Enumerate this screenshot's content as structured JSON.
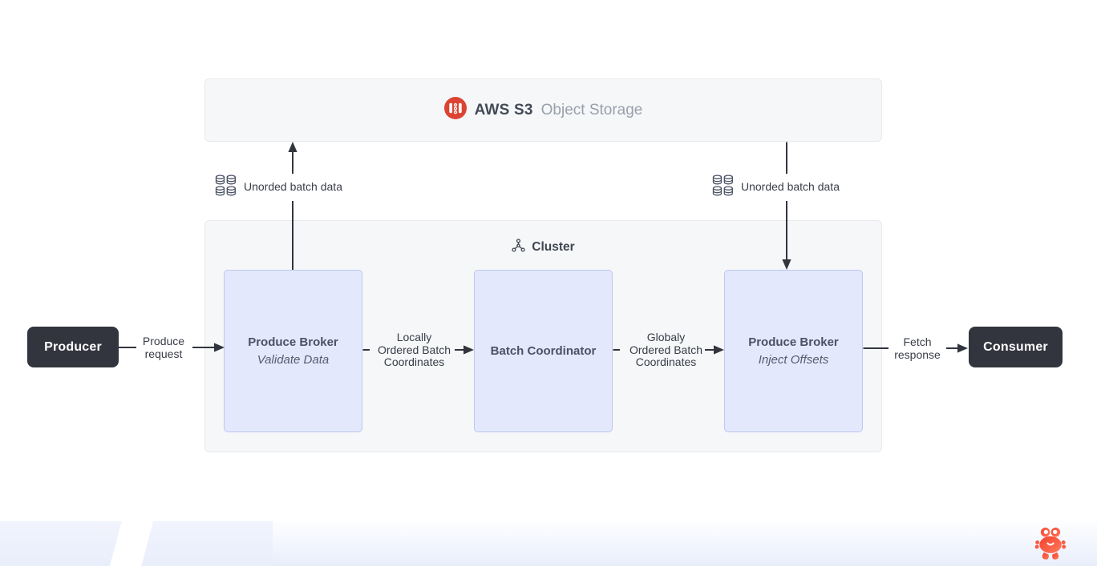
{
  "storage_panel": {
    "title_bold": "AWS S3",
    "title_rest": "Object Storage",
    "logo_icon": "red-storage-logo-icon"
  },
  "cluster_panel": {
    "label": "Cluster",
    "icon": "cluster-network-icon"
  },
  "nodes": {
    "producer": {
      "label": "Producer"
    },
    "consumer": {
      "label": "Consumer"
    },
    "broker_validate": {
      "title": "Produce Broker",
      "subtitle": "Validate Data"
    },
    "batch_coordinator": {
      "title": "Batch Coordinator"
    },
    "broker_inject": {
      "title": "Produce Broker",
      "subtitle": "Inject Offsets"
    }
  },
  "edge_labels": {
    "produce_request": {
      "line1": "Produce",
      "line2": "request"
    },
    "locally_ordered": {
      "line1": "Locally",
      "line2": "Ordered Batch",
      "line3": "Coordinates"
    },
    "globally_ordered": {
      "line1": "Globaly",
      "line2": "Ordered Batch",
      "line3": "Coordinates"
    },
    "fetch_response": {
      "line1": "Fetch",
      "line2": "response"
    },
    "unordered_left": {
      "label": "Unorded batch data",
      "icon": "database-grid-icon"
    },
    "unordered_right": {
      "label": "Unorded batch data",
      "icon": "database-grid-icon"
    }
  },
  "footer": {
    "mascot_icon": "crab-logo-icon"
  },
  "colors": {
    "dark_node": "#32353e",
    "lavender_fill": "#e3e8fc",
    "lavender_border": "#bdc8f0",
    "panel_fill": "#f6f7f9",
    "panel_border": "#e8e9ed",
    "arrow": "#32353e",
    "label_text": "#383d47",
    "node_title": "#4b5166",
    "storage_title": "#434a57",
    "storage_title_muted": "#99a0ac",
    "logo_red": "#dc4433",
    "crab_red_start": "#f5402d",
    "crab_red_end": "#ff7a5c"
  }
}
